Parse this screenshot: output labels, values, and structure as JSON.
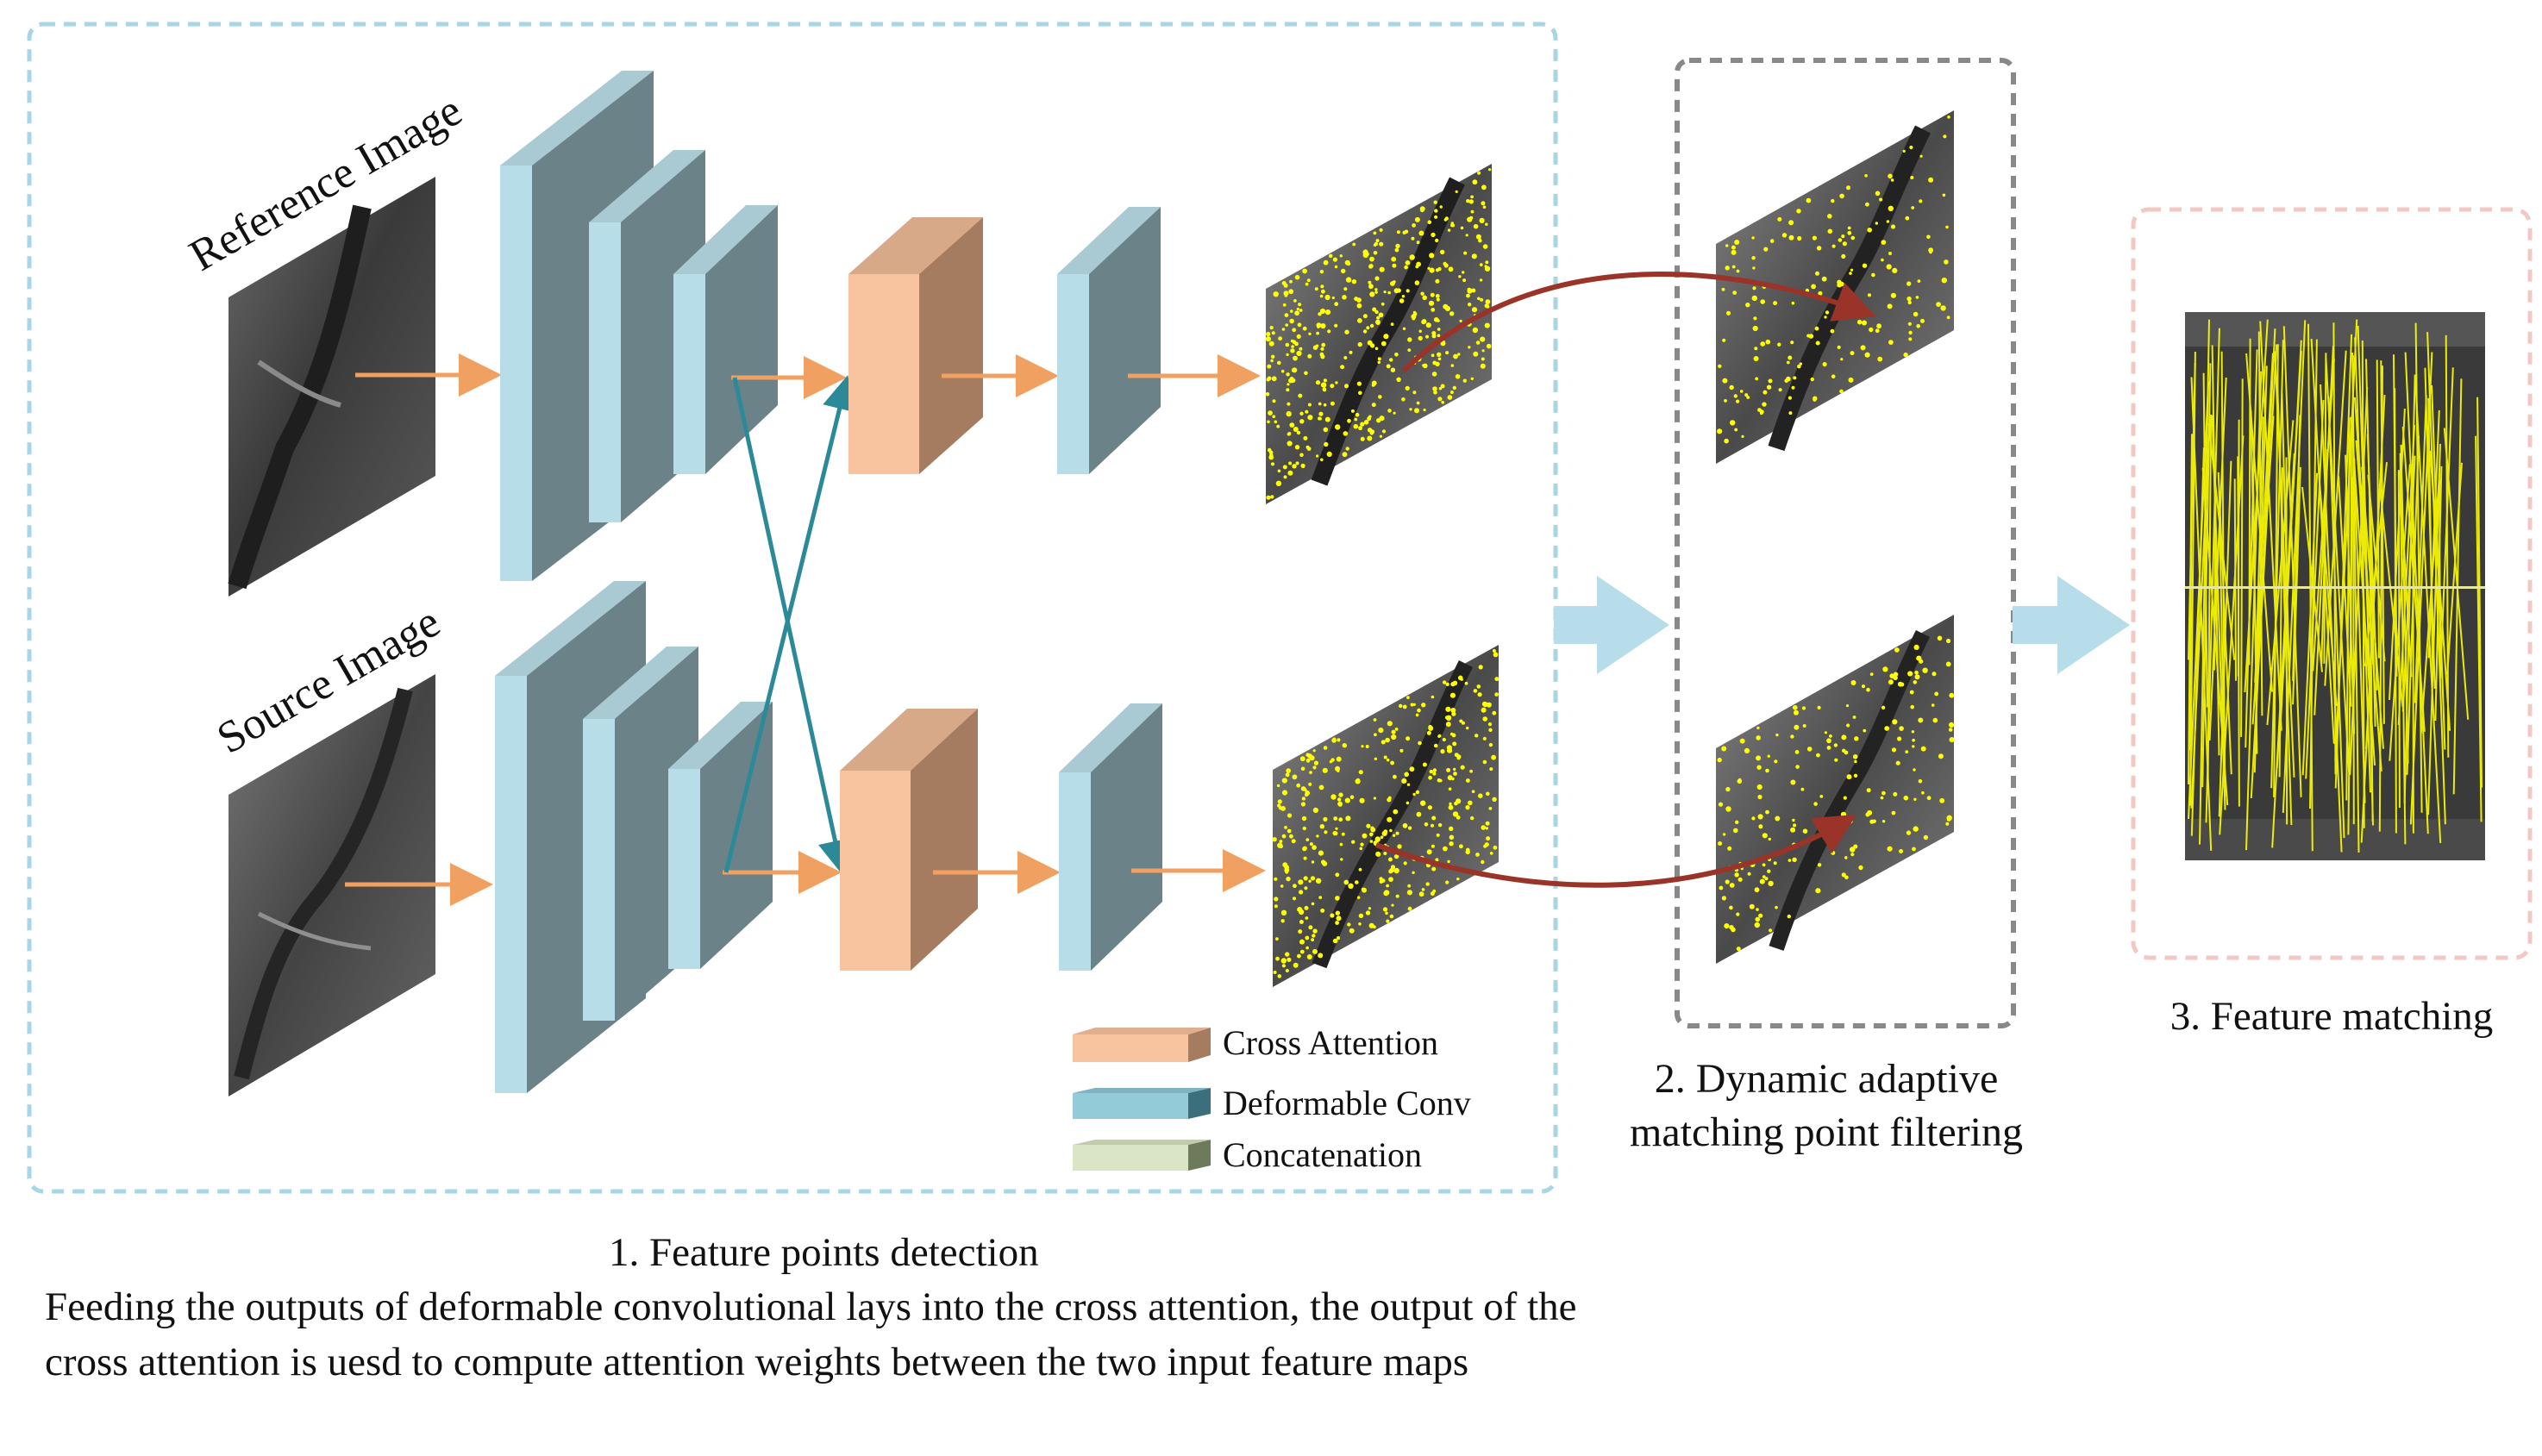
{
  "inputs": {
    "reference_label": "Reference Image",
    "source_label": "Source Image"
  },
  "legend": [
    {
      "label": "Cross Attention",
      "front": "#f8c4a0",
      "side": "#a57c60"
    },
    {
      "label": "Deformable Conv",
      "front": "#93cbd8",
      "side": "#3c6f7c"
    },
    {
      "label": "Concatenation",
      "front": "#d9e5c5",
      "side": "#6e7a5c"
    }
  ],
  "stages": {
    "detection_title": "1. Feature points detection",
    "detection_description": "Feeding the outputs of deformable convolutional lays into the cross attention, the output of the cross attention is uesd to compute attention weights between the two input feature maps",
    "filtering_line1": "2. Dynamic adaptive",
    "filtering_line2": "matching point filtering",
    "matching_title": "3. Feature matching"
  },
  "colors": {
    "conv_front": "#b7dde9",
    "conv_side": "#6b8288",
    "attn_front": "#f8c4a0",
    "attn_side": "#a57c60",
    "orange_arrow": "#f0a060",
    "teal_arrow": "#2c8a98",
    "red_arrow": "#9a3328",
    "big_arrow": "#b6dde9",
    "box1_border": "#a8d6e6",
    "box2_border": "#888888",
    "box3_border": "#f2c8c4",
    "keypoint": "#ffff00"
  }
}
